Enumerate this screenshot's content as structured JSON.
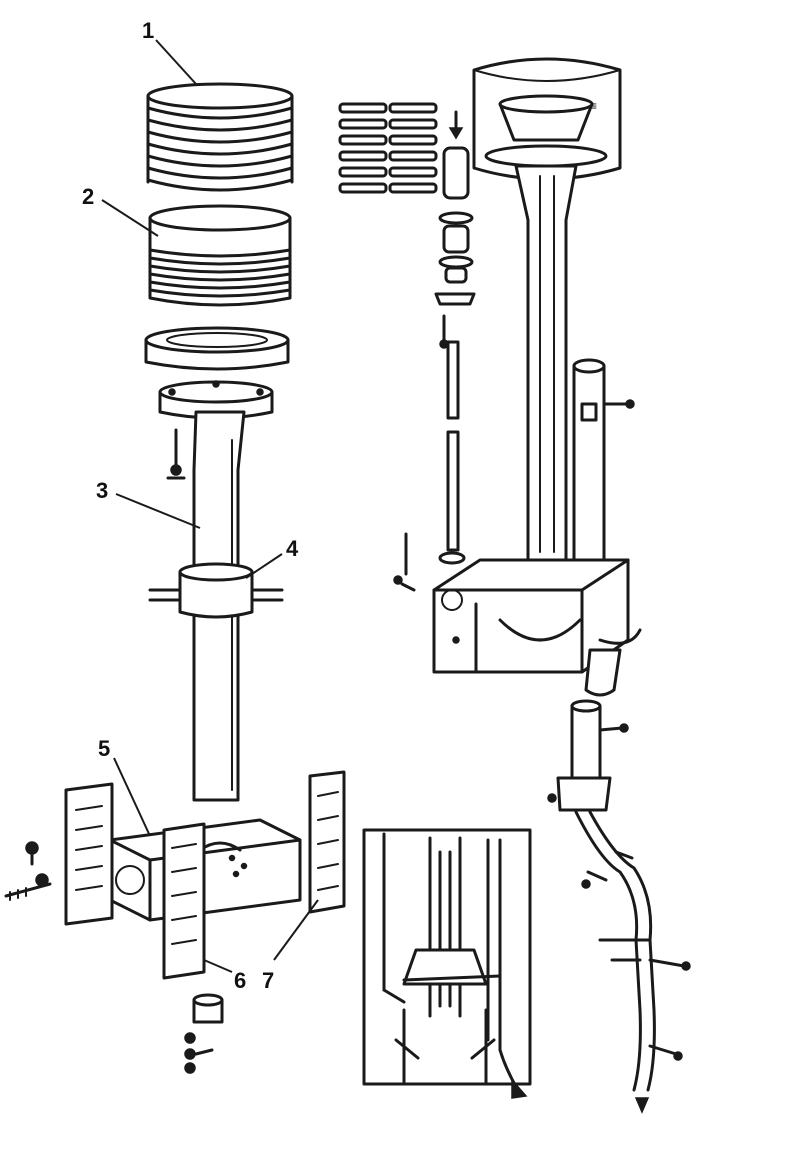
{
  "diagram": {
    "colors": {
      "ink": "#1a1a1a",
      "paper": "#ffffff"
    },
    "callouts": [
      {
        "id": "1",
        "text": "1"
      },
      {
        "id": "2",
        "text": "2"
      },
      {
        "id": "3",
        "text": "3"
      },
      {
        "id": "4",
        "text": "4"
      },
      {
        "id": "5",
        "text": "5"
      },
      {
        "id": "6",
        "text": "6"
      },
      {
        "id": "7",
        "text": "7"
      }
    ]
  }
}
